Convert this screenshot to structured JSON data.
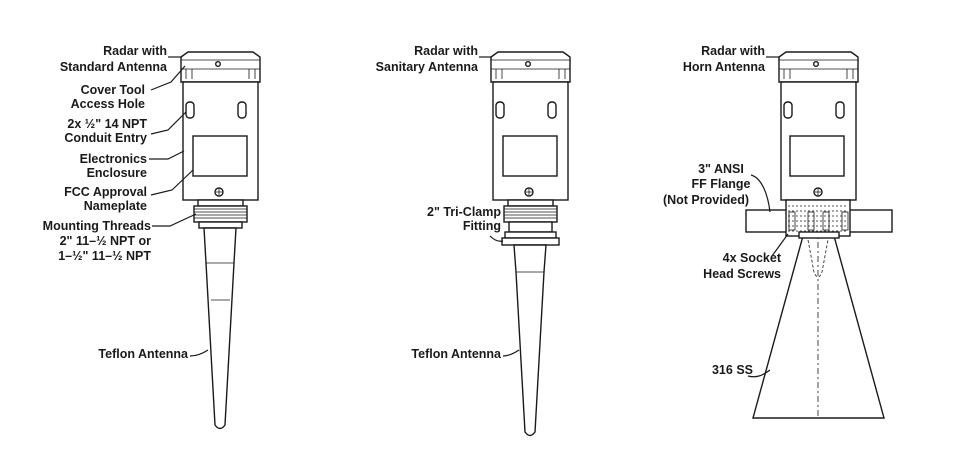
{
  "standard": {
    "title": [
      "Radar with",
      "Standard Antenna"
    ],
    "cover_tool": [
      "Cover Tool",
      "Access Hole"
    ],
    "conduit": [
      "2x ½\" 14 NPT",
      "Conduit Entry"
    ],
    "electronics": [
      "Electronics",
      "Enclosure"
    ],
    "fcc": [
      "FCC Approval",
      "Nameplate"
    ],
    "mounting": [
      "Mounting Threads",
      "2\" 11–½ NPT or",
      "1–½\" 11–½ NPT"
    ],
    "antenna": "Teflon Antenna"
  },
  "sanitary": {
    "title": [
      "Radar with",
      "Sanitary Antenna"
    ],
    "triclamp": [
      "2\" Tri-Clamp",
      "Fitting"
    ],
    "antenna": "Teflon Antenna"
  },
  "horn": {
    "title": [
      "Radar with",
      "Horn Antenna"
    ],
    "flange": [
      "3\" ANSI",
      "FF Flange",
      "(Not Provided)"
    ],
    "screws": [
      "4x Socket",
      "Head Screws"
    ],
    "material": "316 SS"
  }
}
